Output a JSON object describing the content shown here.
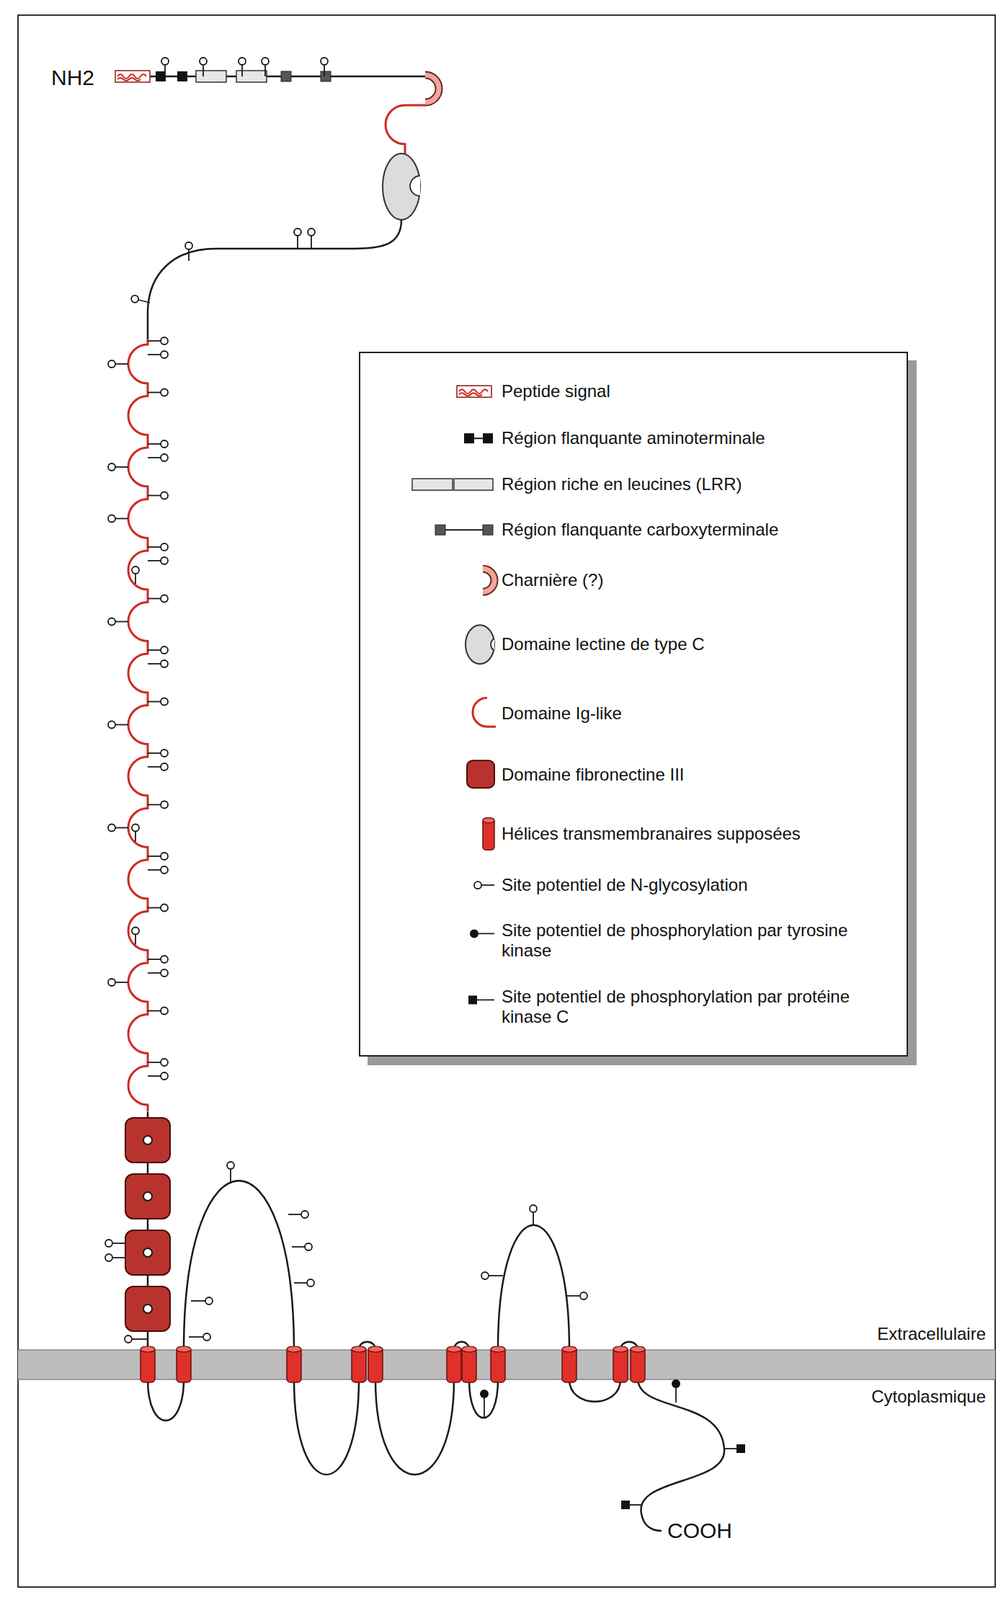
{
  "diagram": {
    "labels": [
      "NH2",
      "COOH",
      "Extracellulaire",
      "Cytoplasmique"
    ],
    "legend": [
      {
        "text": "Peptide signal"
      },
      {
        "text": "Région flanquante aminoterminale"
      },
      {
        "text": "Région riche en leucines (LRR)"
      },
      {
        "text": "Région flanquante carboxyterminale"
      },
      {
        "text": "Charnière (?)"
      },
      {
        "text": "Domaine lectine de type C"
      },
      {
        "text": "Domaine Ig-like"
      },
      {
        "text": "Domaine fibronectine III"
      },
      {
        "text": "Hélices transmembranaires supposées"
      },
      {
        "text": "Site potentiel de N-glycosylation"
      },
      {
        "text": "Site potentiel de phosphorylation par tyrosine kinase"
      },
      {
        "text": "Site potentiel de phosphorylation par protéine kinase C"
      }
    ]
  }
}
